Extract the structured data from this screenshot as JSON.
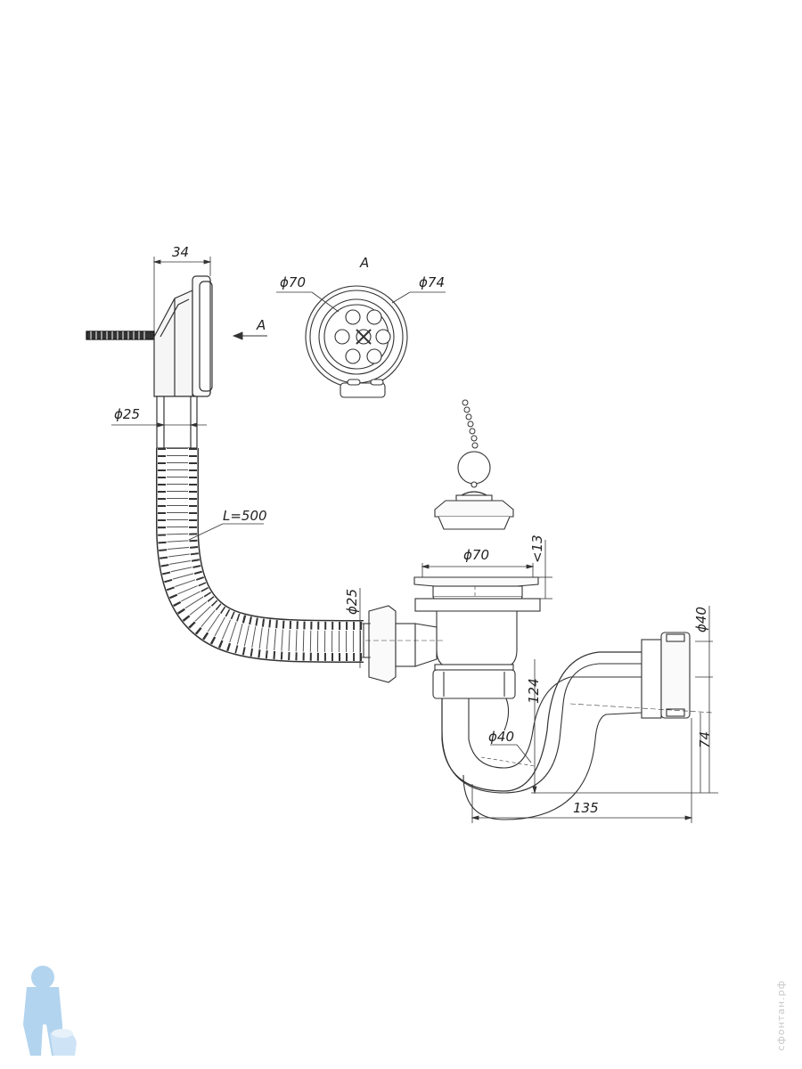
{
  "labels": {
    "view_a_title": "A",
    "view_a_arrow": "A",
    "overflow_width": "34",
    "grille_inner_diameter": "ϕ70",
    "grille_outer_diameter": "ϕ74",
    "overflow_pipe_diameter": "ϕ25",
    "hose_length": "L=500",
    "inlet_diameter": "ϕ25",
    "strainer_diameter": "ϕ70",
    "strainer_height": "<13",
    "outlet_diameter": "ϕ40",
    "trap_height": "124",
    "trap_diameter": "ϕ40",
    "outlet_height": "74",
    "total_width": "135"
  },
  "watermark": {
    "text": "сфонтан.рф"
  },
  "colors": {
    "line": "#333333",
    "logo": "#7fb8e6"
  }
}
